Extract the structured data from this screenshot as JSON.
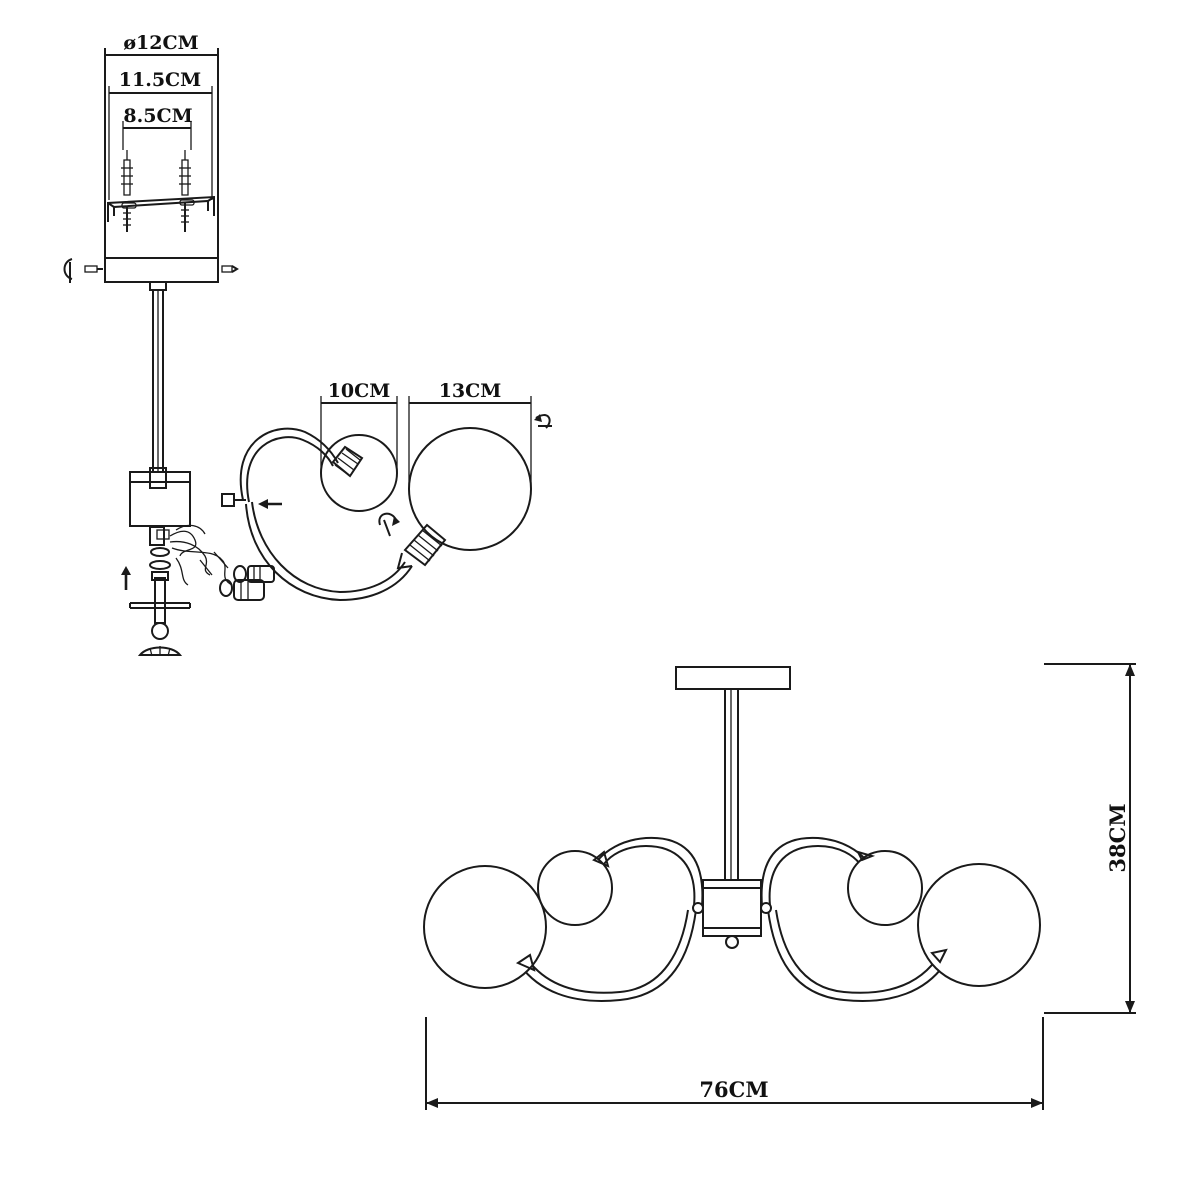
{
  "dimensions": {
    "canopy_diameter": "ø12CM",
    "canopy_inner": "11.5CM",
    "bracket_holes": "8.5CM",
    "small_globe": "10CM",
    "large_globe": "13CM",
    "overall_height": "38CM",
    "overall_width": "76CM"
  },
  "colors": {
    "line": "#1a1a1a",
    "background": "#ffffff"
  }
}
